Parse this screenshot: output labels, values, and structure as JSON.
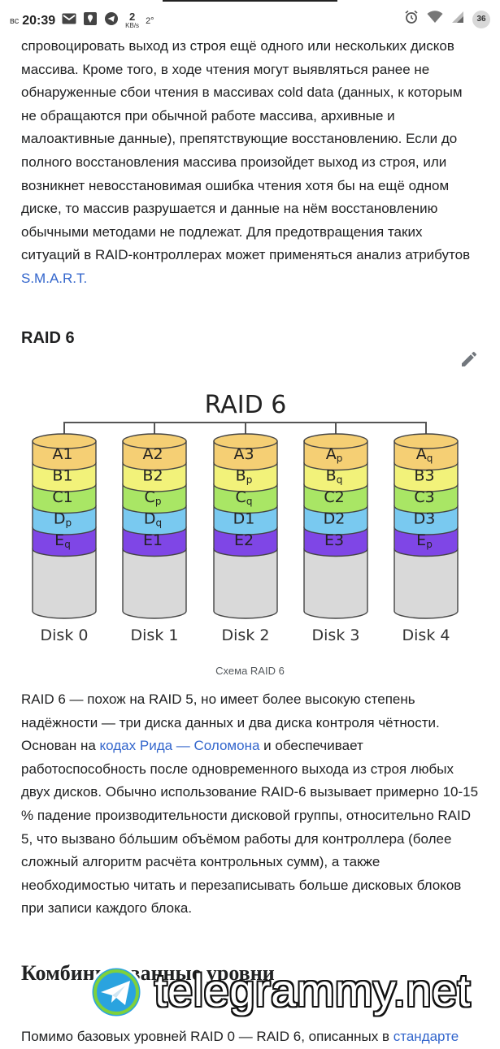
{
  "status_bar": {
    "day": "вс",
    "time": "20:39",
    "speed_value": "2",
    "speed_unit": "KB/s",
    "temperature": "2°",
    "battery": "36",
    "icons": [
      "gmail-icon",
      "location-icon",
      "telegram-icon",
      "alarm-icon",
      "wifi-icon",
      "signal-icon"
    ]
  },
  "article": {
    "paragraph1": "спровоцировать выход из строя ещё одного или нескольких дисков массива. Кроме того, в ходе чтения могут выявляться ранее не обнаруженные сбои чтения в массивах cold data (данных, к которым не обращаются при обычной работе массива, архивные и малоактивные данные), препятствующие восстановлению. Если до полного восстановления массива произойдет выход из строя, или возникнет невосстановимая ошибка чтения хотя бы на ещё одном диске, то массив разрушается и данные на нём восстановлению обычными методами не подлежат. Для предотвращения таких ситуаций в RAID-контроллерах может применяться анализ атрибутов ",
    "paragraph1_link": "S.M.A.R.T.",
    "section_heading": "RAID 6",
    "figure": {
      "title": "RAID 6",
      "disks": [
        {
          "label": "Disk 0",
          "blocks": [
            {
              "base": "A",
              "sub": "1"
            },
            {
              "base": "B",
              "sub": "1"
            },
            {
              "base": "C",
              "sub": "1"
            },
            {
              "base": "D",
              "sub": "p"
            },
            {
              "base": "E",
              "sub": "q"
            }
          ]
        },
        {
          "label": "Disk 1",
          "blocks": [
            {
              "base": "A",
              "sub": "2"
            },
            {
              "base": "B",
              "sub": "2"
            },
            {
              "base": "C",
              "sub": "p"
            },
            {
              "base": "D",
              "sub": "q"
            },
            {
              "base": "E",
              "sub": "1"
            }
          ]
        },
        {
          "label": "Disk 2",
          "blocks": [
            {
              "base": "A",
              "sub": "3"
            },
            {
              "base": "B",
              "sub": "p"
            },
            {
              "base": "C",
              "sub": "q"
            },
            {
              "base": "D",
              "sub": "1"
            },
            {
              "base": "E",
              "sub": "2"
            }
          ]
        },
        {
          "label": "Disk 3",
          "blocks": [
            {
              "base": "A",
              "sub": "p"
            },
            {
              "base": "B",
              "sub": "q"
            },
            {
              "base": "C",
              "sub": "2"
            },
            {
              "base": "D",
              "sub": "2"
            },
            {
              "base": "E",
              "sub": "3"
            }
          ]
        },
        {
          "label": "Disk 4",
          "blocks": [
            {
              "base": "A",
              "sub": "q"
            },
            {
              "base": "B",
              "sub": "3"
            },
            {
              "base": "C",
              "sub": "3"
            },
            {
              "base": "D",
              "sub": "3"
            },
            {
              "base": "E",
              "sub": "p"
            }
          ]
        }
      ],
      "row_colors": [
        "#f5cf74",
        "#f2f27a",
        "#a9e665",
        "#79c9f0",
        "#7f46e6"
      ],
      "empty_color": "#d9d9d9"
    },
    "caption": "Схема RAID 6",
    "paragraph2_before": "RAID 6 — похож на RAID 5, но имеет более высокую степень надёжности — три диска данных и два диска контроля чётности. Основан на ",
    "paragraph2_link": "кодах Рида — Соломона",
    "paragraph2_after": " и обеспечивает работоспособность после одновременного выхода из строя любых двух дисков. Обычно использование RAID-6 вызывает примерно 10-15 % падение производительности дисковой группы, относительно RAID 5, что вызвано бо́льшим объёмом работы для контроллера (более сложный алгоритм расчёта контрольных сумм), а также необходимостью читать и перезаписывать больше дисковых блоков при записи каждого блока.",
    "next_heading": "Комбинированные уровни",
    "paragraph3_before": "Помимо базовых уровней RAID 0 — RAID 6, описанных в ",
    "paragraph3_link": "стандарте"
  },
  "watermark": "telegrammy.net",
  "colors": {
    "link": "#3366cc",
    "text": "#202122"
  }
}
